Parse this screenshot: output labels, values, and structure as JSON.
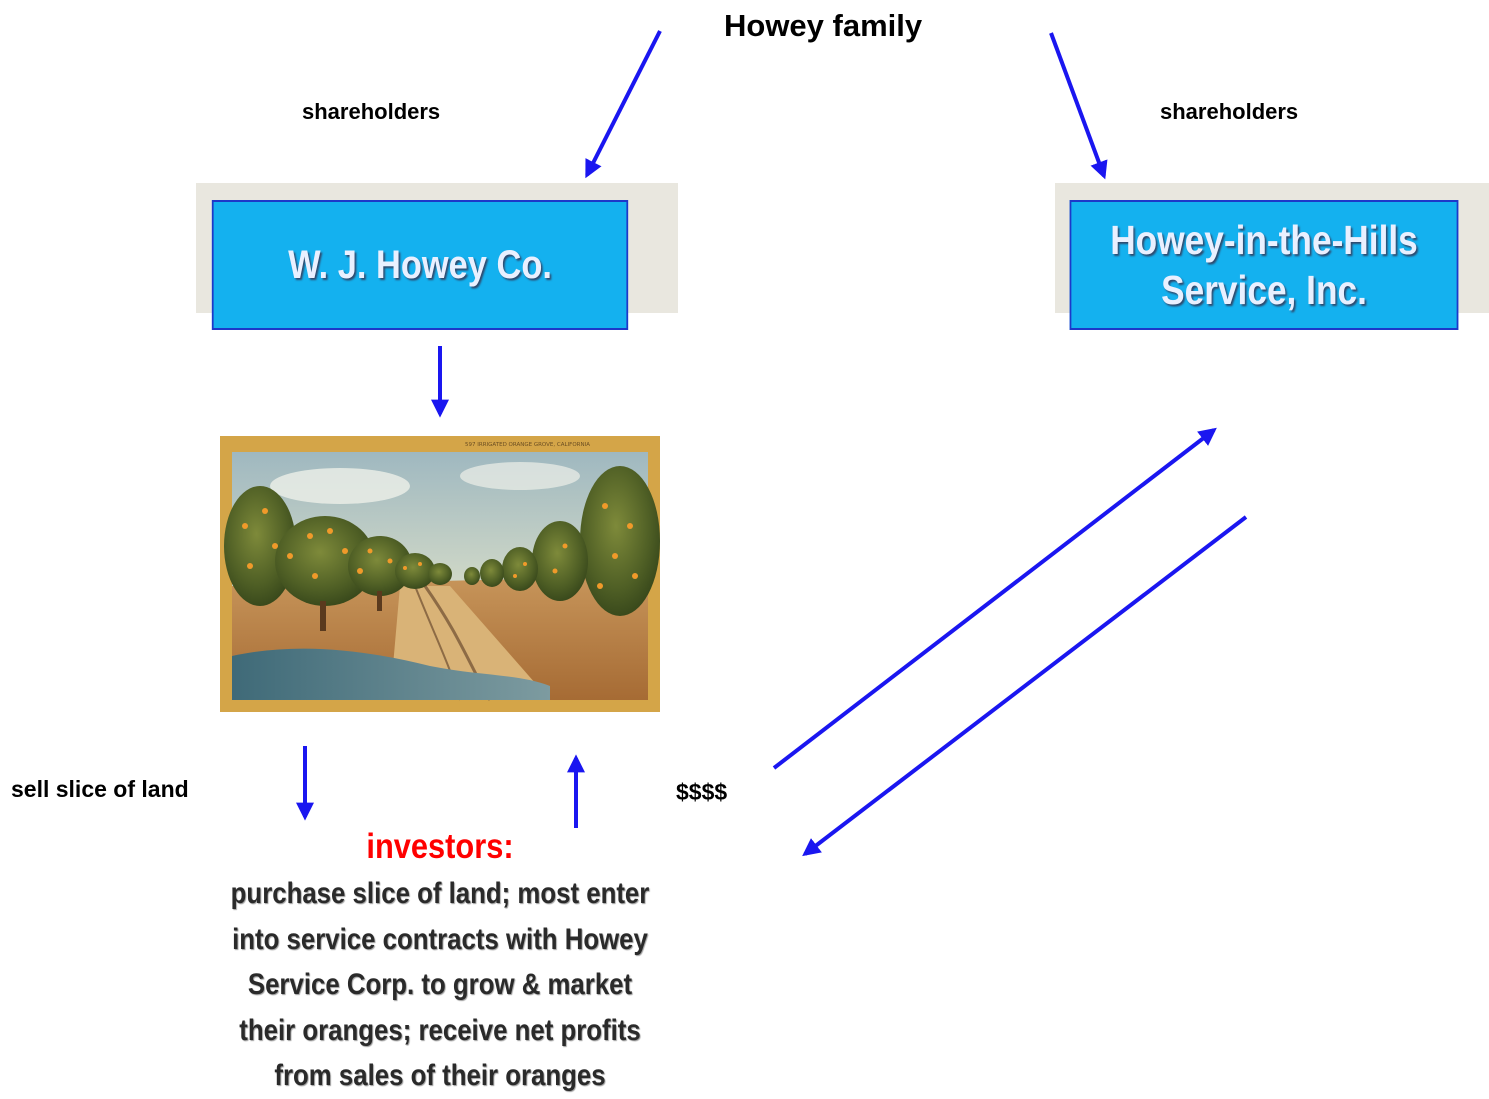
{
  "diagram": {
    "top_label": "Howey family",
    "left_edge_label": "shareholders",
    "right_edge_label": "shareholders",
    "left_box_label": "W. J. Howey Co.",
    "right_box_lines": [
      "Howey-in-the-Hills",
      "Service, Inc."
    ],
    "sell_label": "sell slice of land",
    "money_label": "$$$$",
    "investors_title": "investors:",
    "investors_desc_lines": [
      "purchase slice of land; most enter",
      "into service contracts with Howey",
      "Service Corp. to grow & market",
      "their oranges; receive net profits",
      "from sales of their oranges"
    ],
    "photo_caption": "597  IRRIGATED ORANGE GROVE, CALIFORNIA"
  },
  "colors": {
    "arrow": "#1a16f0",
    "box_fill": "#14b1ef",
    "box_border": "#1d38c9",
    "investors_title": "#ff0000"
  },
  "icons": [
    "orange-grove-postcard-image"
  ]
}
